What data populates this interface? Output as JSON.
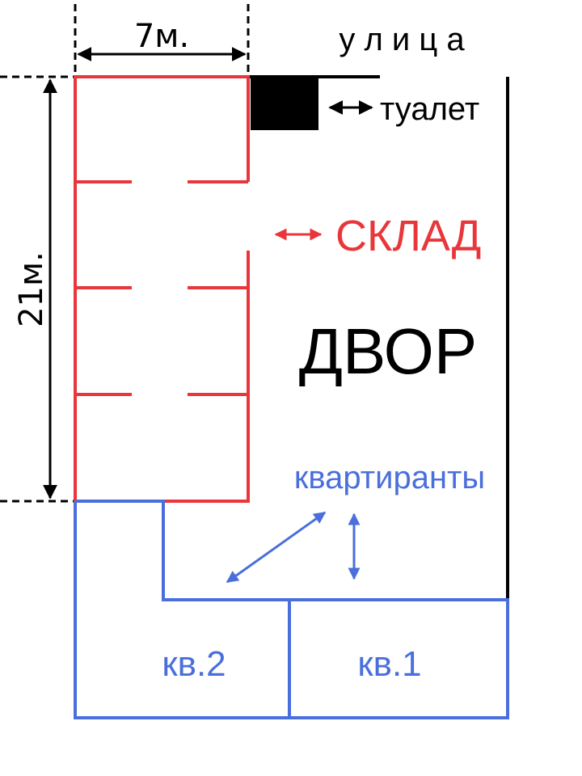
{
  "labels": {
    "width_dimension": "7м.",
    "height_dimension": "21м.",
    "street": "у л и ц а",
    "toilet": "туалет",
    "warehouse": "СКЛАД",
    "yard": "ДВОР",
    "tenants": "квартиранты",
    "apartment_2": "кв.2",
    "apartment_1": "кв.1"
  },
  "colors": {
    "warehouse": "#e8363b",
    "tenants": "#4a6fdc",
    "structure": "#000000"
  }
}
